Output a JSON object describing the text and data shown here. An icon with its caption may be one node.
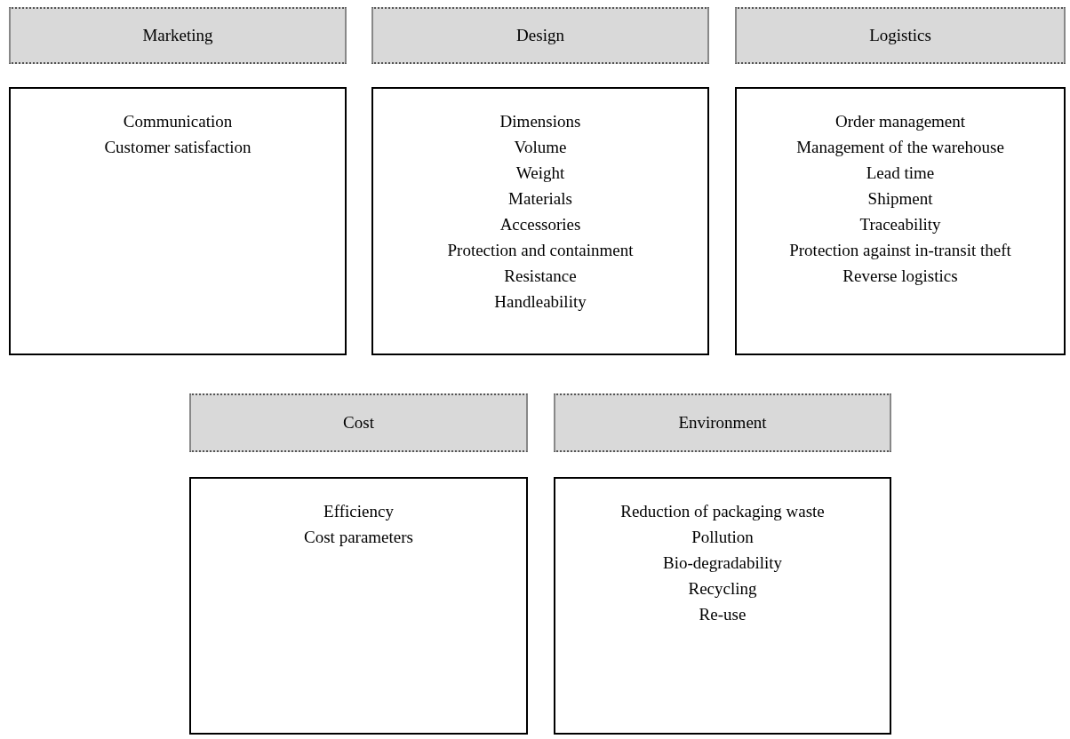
{
  "diagram": {
    "nodes": [
      {
        "text": [
          "Marketing"
        ]
      },
      {
        "text": [
          "Design"
        ]
      },
      {
        "text": [
          "Logistics"
        ]
      },
      {
        "text": [
          "Communication",
          "Customer satisfaction"
        ]
      },
      {
        "text": [
          "Dimensions",
          "Volume",
          "Weight",
          "Materials",
          "Accessories",
          "Protection and containment",
          "Resistance",
          "Handleability"
        ]
      },
      {
        "text": [
          "Order management",
          "Management of the warehouse",
          "Lead time",
          "Shipment",
          "Traceability",
          "Protection against in-transit theft",
          "Reverse logistics"
        ]
      },
      {
        "text": [
          "Cost"
        ]
      },
      {
        "text": [
          "Environment"
        ]
      },
      {
        "text": [
          "Efficiency",
          "Cost parameters"
        ]
      },
      {
        "text": [
          "Reduction of packaging waste",
          "Pollution",
          "Bio-degradability",
          "Recycling",
          "Re-use"
        ]
      }
    ]
  }
}
